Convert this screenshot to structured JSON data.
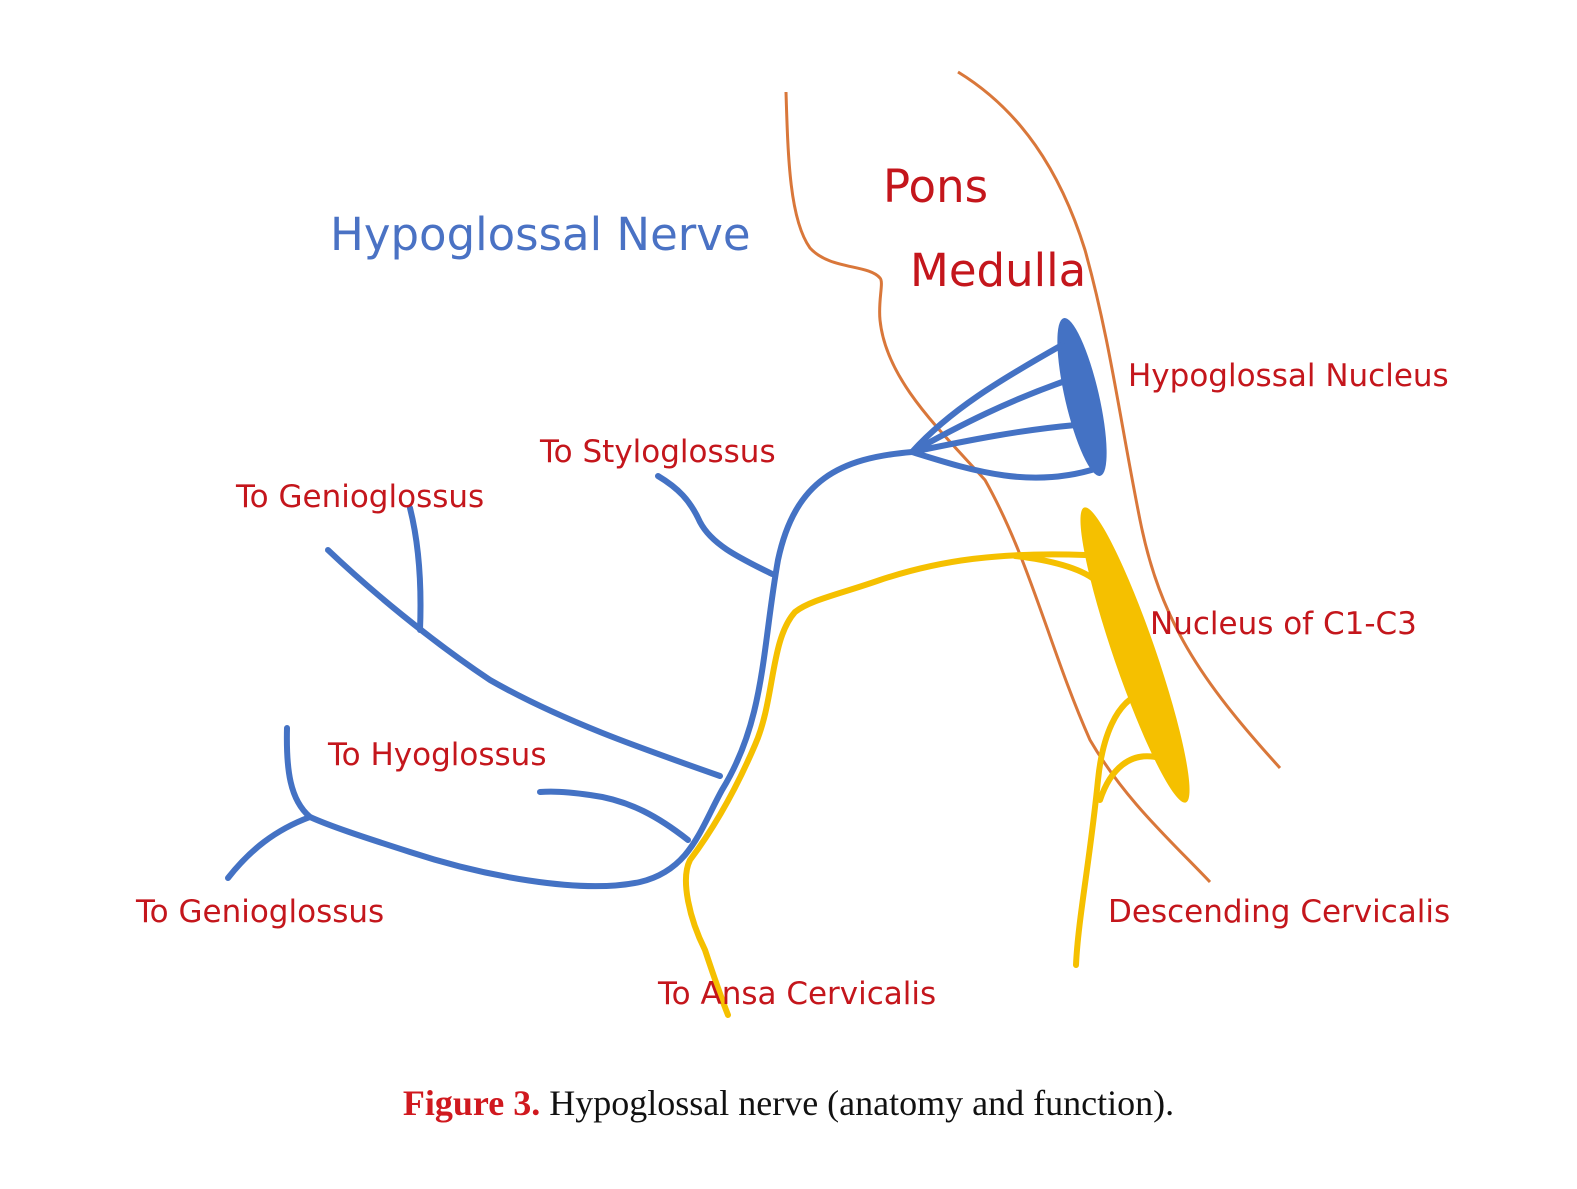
{
  "title": "Hypoglossal Nerve",
  "regions": {
    "pons": "Pons",
    "medulla": "Medulla"
  },
  "nuclei": {
    "hypoglossal": "Hypoglossal Nucleus",
    "c1c3": "Nucleus of C1-C3"
  },
  "branches": {
    "styloglossus": "To Styloglossus",
    "genioglossus_upper": "To Genioglossus",
    "hyoglossus": "To Hyoglossus",
    "genioglossus_lower": "To Genioglossus",
    "ansa_cervicalis": "To Ansa Cervicalis",
    "descending_cervicalis": "Descending Cervicalis"
  },
  "caption": {
    "label": "Figure 3.",
    "text": " Hypoglossal nerve (anatomy and function)."
  },
  "colors": {
    "hypoglossal_nerve": "#4472c4",
    "cervical_fibers": "#f5c000",
    "brainstem_outline": "#d9773a",
    "label_text": "#c4161c",
    "title_text": "#4a72c4"
  }
}
